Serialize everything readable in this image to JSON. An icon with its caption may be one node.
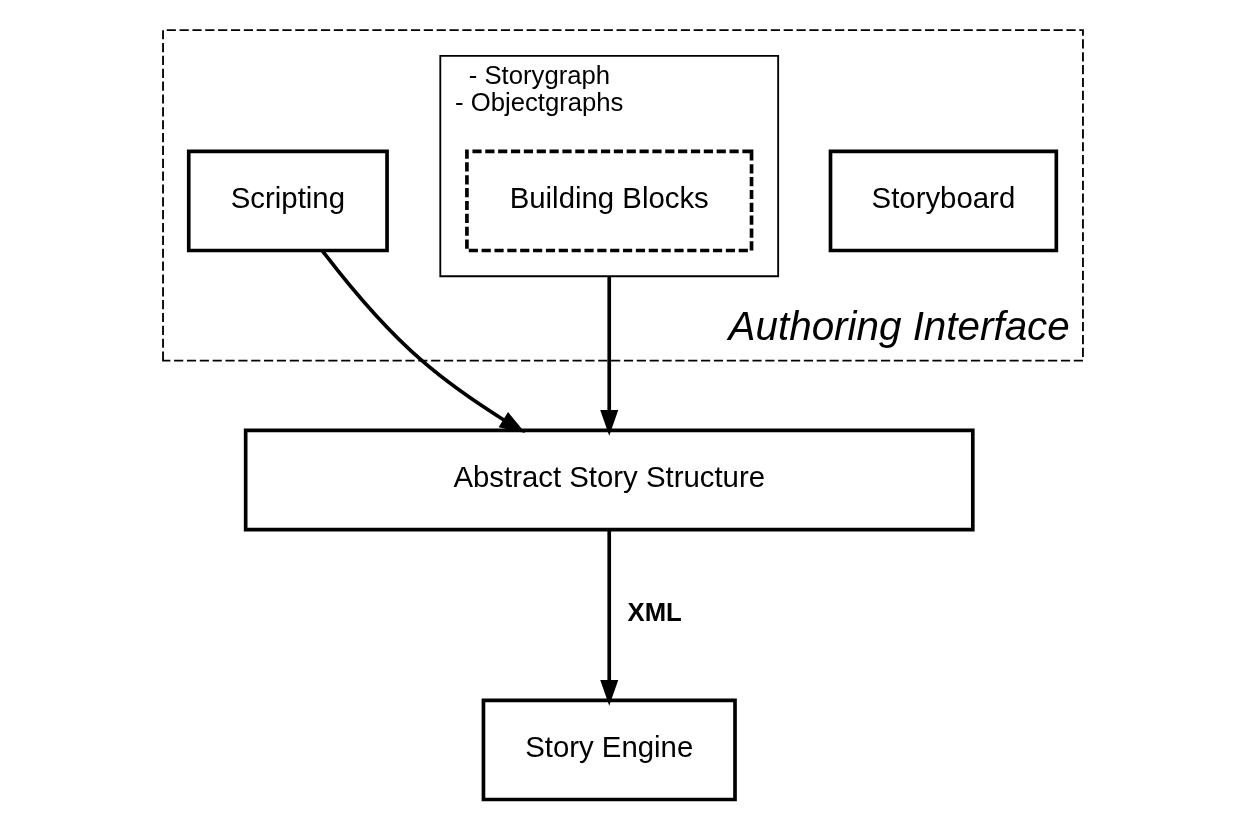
{
  "diagram": {
    "nodes": [
      {
        "text": [
          "Authoring Interface"
        ]
      },
      {
        "text": [
          "Scripting"
        ],
        "in": 0
      },
      {
        "text": [
          "- Storygraph",
          "- Objectgraphs"
        ],
        "in": 0
      },
      {
        "text": [
          "Building Blocks"
        ],
        "in": 2
      },
      {
        "text": [
          "Storyboard"
        ],
        "in": 0
      },
      {
        "text": [
          "Abstract Story Structure"
        ]
      },
      {
        "text": [
          "Story Engine"
        ]
      }
    ],
    "edges": [
      {
        "from": 1,
        "to": 5,
        "arrow": "to"
      },
      {
        "from": 2,
        "to": 5,
        "arrow": "to"
      },
      {
        "from": 5,
        "to": 6,
        "arrow": "to",
        "label": "XML"
      }
    ]
  }
}
